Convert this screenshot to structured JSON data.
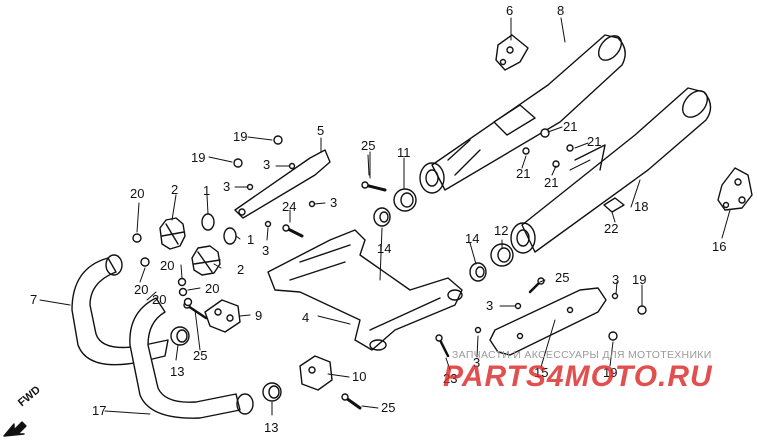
{
  "diagram": {
    "direction_label": "FWD",
    "part_numbers": {
      "p1": "1",
      "p2a": "2",
      "p2b": "2",
      "p3a": "3",
      "p3b": "3",
      "p3c": "3",
      "p3d": "3",
      "p3e": "3",
      "p3f": "3",
      "p3g": "3",
      "p4": "4",
      "p5": "5",
      "p6": "6",
      "p7": "7",
      "p8": "8",
      "p9": "9",
      "p10": "10",
      "p11": "11",
      "p12": "12",
      "p13a": "13",
      "p13b": "13",
      "p14a": "14",
      "p14b": "14",
      "p15": "15",
      "p16": "16",
      "p17": "17",
      "p18": "18",
      "p19a": "19",
      "p19b": "19",
      "p19c": "19",
      "p19d": "19",
      "p20a": "20",
      "p20b": "20",
      "p20c": "20",
      "p20d": "20",
      "p20e": "20",
      "p21a": "21",
      "p21b": "21",
      "p21c": "21",
      "p21d": "21",
      "p22": "22",
      "p23": "23",
      "p24": "24",
      "p25a": "25",
      "p25b": "25",
      "p25c": "25",
      "p25d": "25"
    }
  },
  "watermark": {
    "text": "ЗАПЧАСТИ И АКСЕССУАРЫ ДЛЯ МОТОТЕХНИКИ",
    "logo": "PARTS4MOTO.RU",
    "logo_color": "#dc2828"
  }
}
